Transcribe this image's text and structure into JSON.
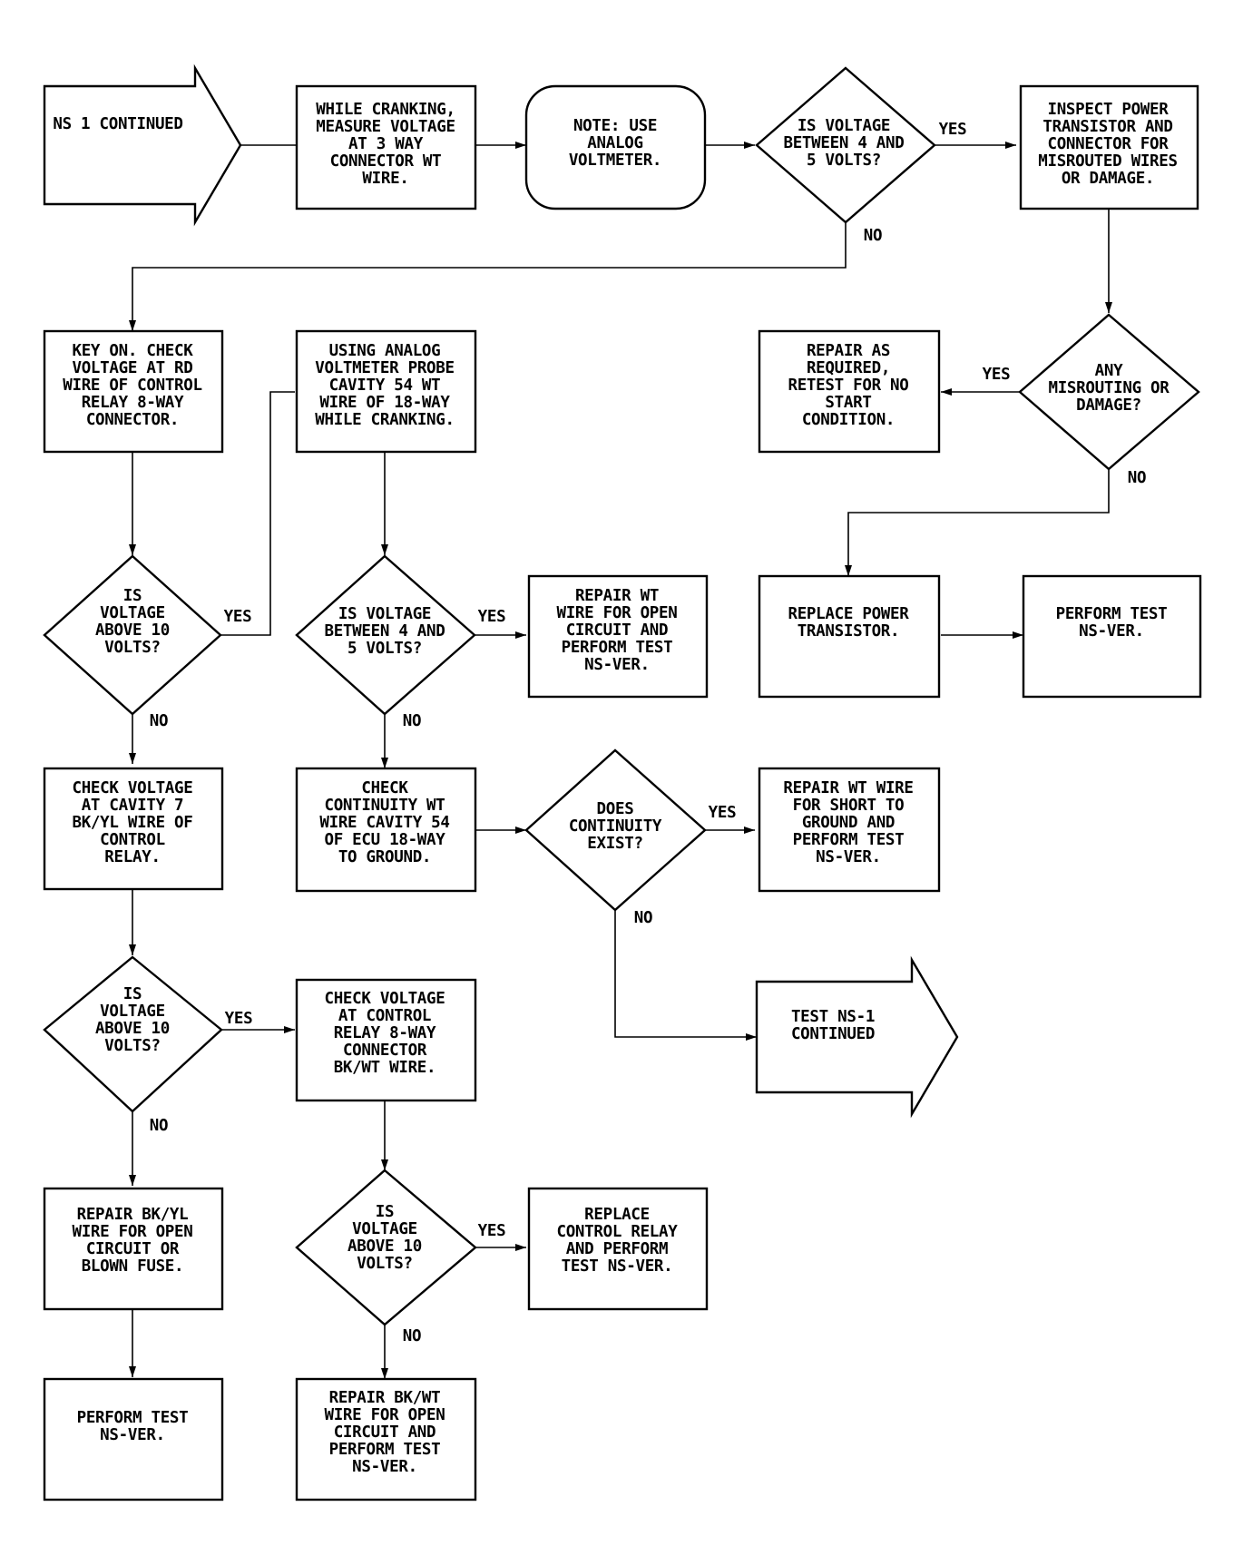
{
  "nodes": {
    "start": [
      "NS 1 CONTINUED"
    ],
    "crank_measure": [
      "WHILE CRANKING,",
      "MEASURE VOLTAGE",
      "AT 3 WAY",
      "CONNECTOR WT",
      "WIRE."
    ],
    "note": [
      "NOTE: USE",
      "ANALOG",
      "VOLTMETER."
    ],
    "q_voltage_4_5": [
      "IS VOLTAGE",
      "BETWEEN 4 AND",
      "5 VOLTS?"
    ],
    "inspect": [
      "INSPECT POWER",
      "TRANSISTOR AND",
      "CONNECTOR FOR",
      "MISROUTED WIRES",
      "OR DAMAGE."
    ],
    "key_on": [
      "KEY ON. CHECK",
      "VOLTAGE AT RD",
      "WIRE OF CONTROL",
      "RELAY 8-WAY",
      "CONNECTOR."
    ],
    "analog_probe": [
      "USING ANALOG",
      "VOLTMETER PROBE",
      "CAVITY 54 WT",
      "WIRE OF 18-WAY",
      "WHILE CRANKING."
    ],
    "repair_as_req": [
      "REPAIR AS",
      "REQUIRED,",
      "RETEST FOR NO",
      "START",
      "CONDITION."
    ],
    "q_misrouting": [
      "ANY",
      "MISROUTING OR",
      "DAMAGE?"
    ],
    "q_above10_a": [
      "IS",
      "VOLTAGE",
      "ABOVE 10",
      "VOLTS?"
    ],
    "q_voltage_4_5_b": [
      "IS VOLTAGE",
      "BETWEEN 4 AND",
      "5 VOLTS?"
    ],
    "repair_wt_open": [
      "REPAIR WT",
      "WIRE FOR OPEN",
      "CIRCUIT AND",
      "PERFORM TEST",
      "NS-VER."
    ],
    "replace_transistor": [
      "REPLACE POWER",
      "TRANSISTOR."
    ],
    "perform_test_right": [
      "PERFORM TEST",
      "NS-VER."
    ],
    "check_cavity7": [
      "CHECK VOLTAGE",
      "AT CAVITY 7",
      "BK/YL WIRE OF",
      "CONTROL",
      "RELAY."
    ],
    "check_continuity": [
      "CHECK",
      "CONTINUITY WT",
      "WIRE CAVITY 54",
      "OF ECU 18-WAY",
      "TO GROUND."
    ],
    "q_continuity": [
      "DOES",
      "CONTINUITY",
      "EXIST?"
    ],
    "repair_short": [
      "REPAIR WT WIRE",
      "FOR SHORT TO",
      "GROUND AND",
      "PERFORM TEST",
      "NS-VER."
    ],
    "q_above10_b": [
      "IS",
      "VOLTAGE",
      "ABOVE 10",
      "VOLTS?"
    ],
    "check_bkwt": [
      "CHECK VOLTAGE",
      "AT CONTROL",
      "RELAY 8-WAY",
      "CONNECTOR",
      "BK/WT WIRE."
    ],
    "test_ns1_continued": [
      "TEST NS-1",
      "CONTINUED"
    ],
    "repair_bkyl": [
      "REPAIR BK/YL",
      "WIRE FOR OPEN",
      "CIRCUIT OR",
      "BLOWN FUSE."
    ],
    "q_above10_c": [
      "IS",
      "VOLTAGE",
      "ABOVE 10",
      "VOLTS?"
    ],
    "replace_relay": [
      "REPLACE",
      "CONTROL RELAY",
      "AND PERFORM",
      "TEST NS-VER."
    ],
    "perform_test_left": [
      "PERFORM TEST",
      "NS-VER."
    ],
    "repair_bkwt": [
      "REPAIR BK/WT",
      "WIRE FOR OPEN",
      "CIRCUIT AND",
      "PERFORM TEST",
      "NS-VER."
    ]
  },
  "edge_labels": {
    "yes": "YES",
    "no": "NO"
  }
}
